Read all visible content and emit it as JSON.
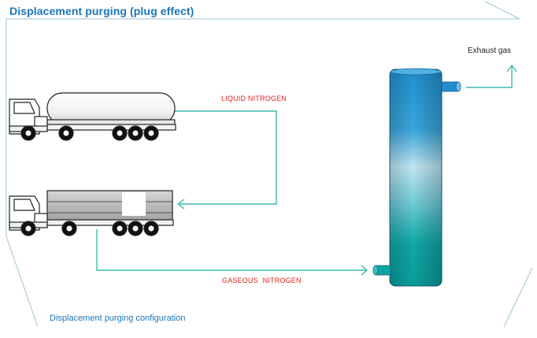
{
  "header": {
    "title": "Displacement purging (plug effect)"
  },
  "labels": {
    "exhaust_gas": "Exhaust gas",
    "liquid_nitrogen": "LIQUID NITROGEN",
    "gaseous_nitrogen": "GASEOUS  NITROGEN"
  },
  "footer": {
    "caption": "Displacement purging configuration"
  },
  "colors": {
    "title_text": "#1b75bb",
    "flow_line": "#3fb9b0",
    "label_red": "#e8221c",
    "column_top": "#1f8fd0",
    "column_middle": "#bfe6f3",
    "column_bottom": "#0aa5a3",
    "frame_line": "#9dc3d8"
  },
  "icons": [
    "tanker-truck",
    "trailer-truck",
    "purging-column",
    "flow-arrow"
  ]
}
